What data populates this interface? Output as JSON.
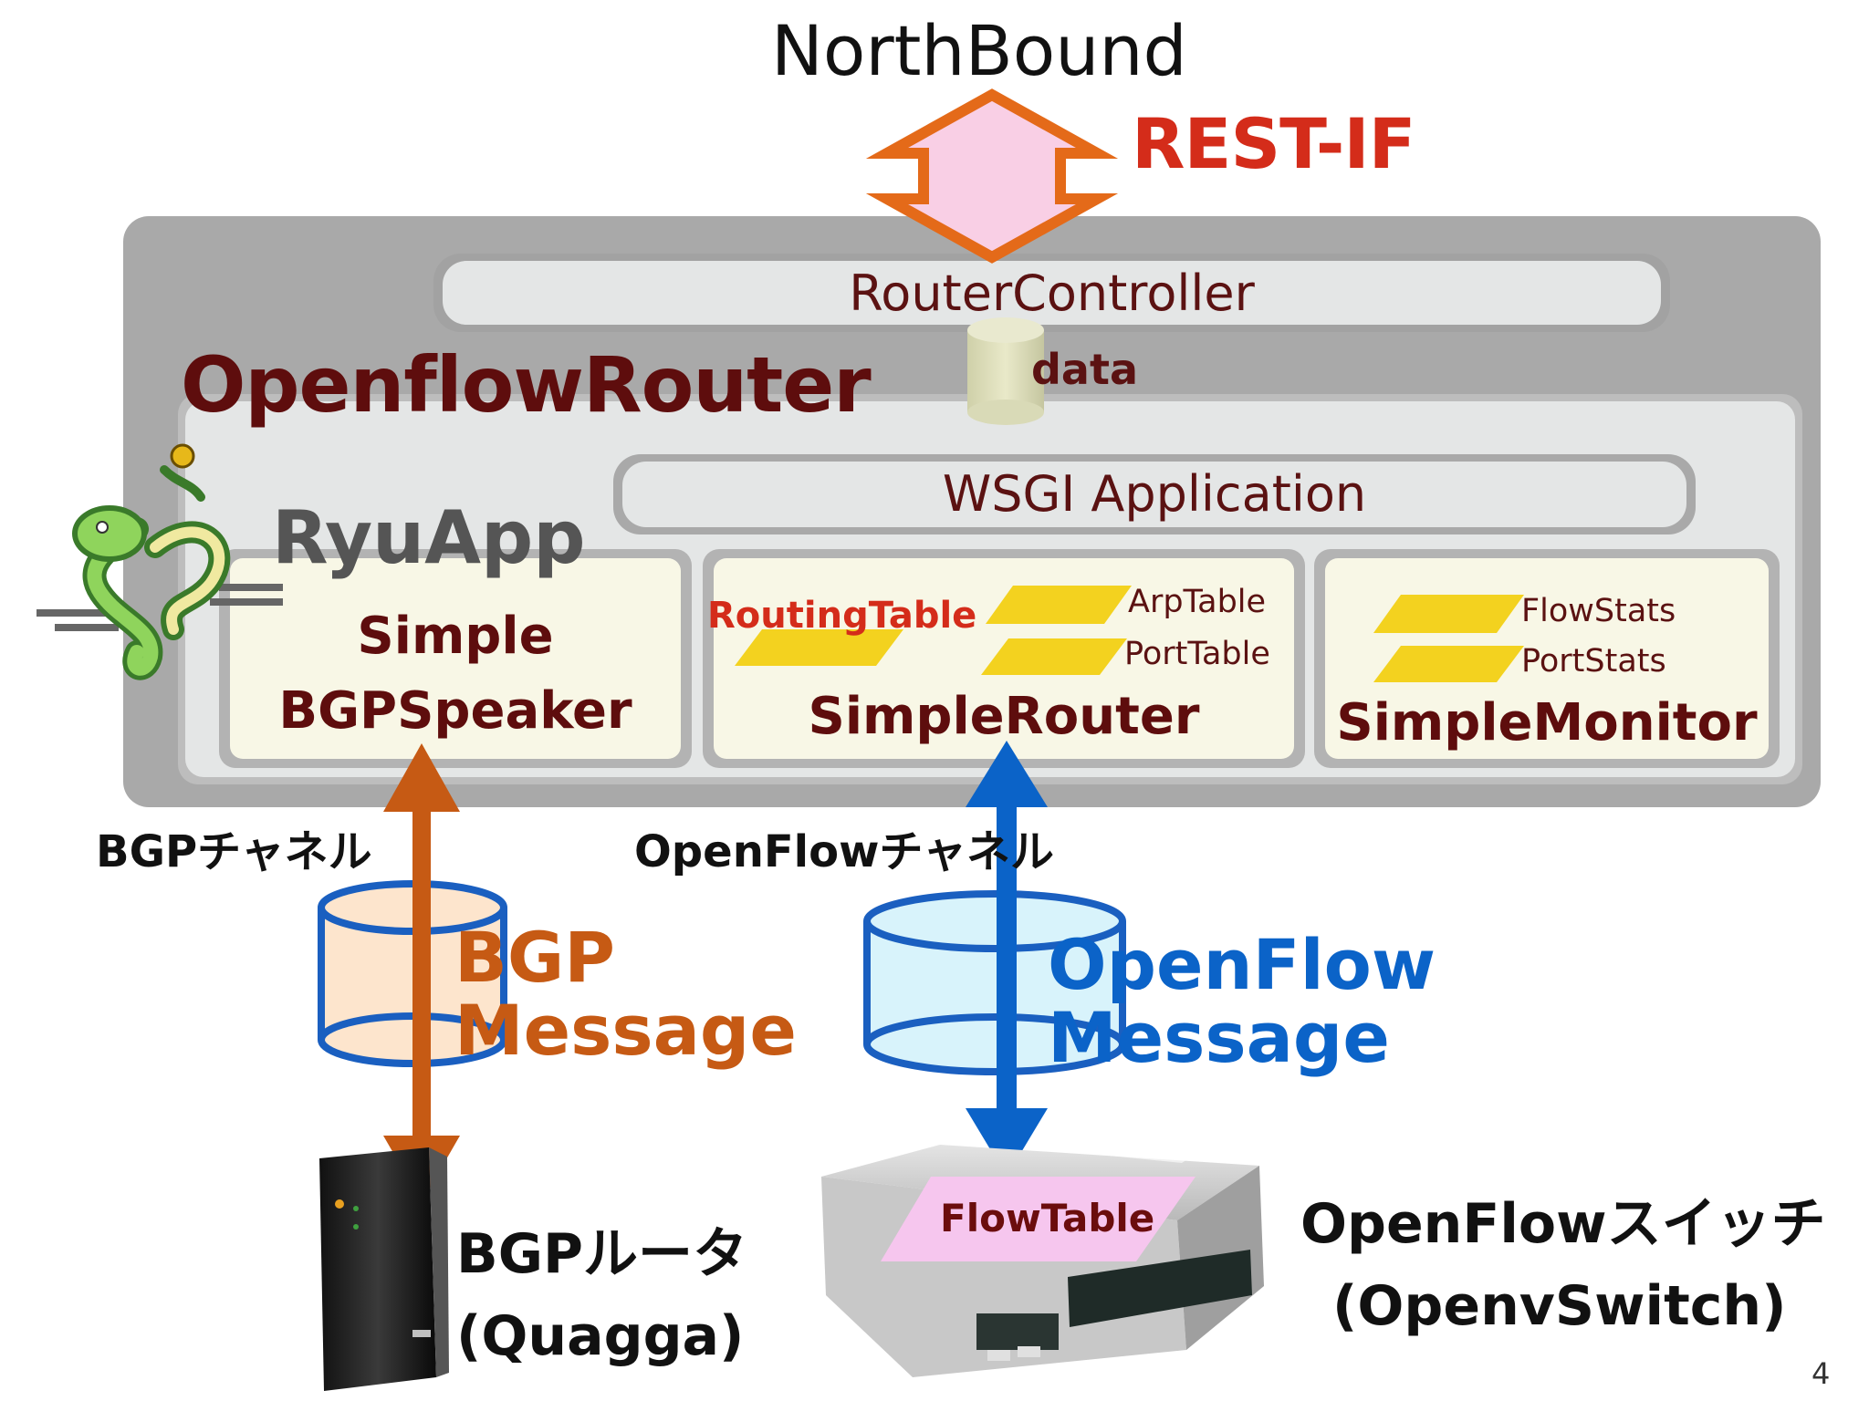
{
  "top": {
    "northbound": "NorthBound",
    "rest_if": "REST-IF"
  },
  "router": {
    "title": "OpenflowRouter",
    "router_controller": "RouterController",
    "data_label": "data",
    "wsgi": "WSGI Application",
    "ryuapp": "RyuApp",
    "speaker_line1": "Simple",
    "speaker_line2": "BGPSpeaker",
    "routing_table": "RoutingTable",
    "arp_table": "ArpTable",
    "port_table": "PortTable",
    "simple_router": "SimpleRouter",
    "flow_stats": "FlowStats",
    "port_stats": "PortStats",
    "simple_monitor": "SimpleMonitor"
  },
  "channels": {
    "bgp_channel": "BGPチャネル",
    "openflow_channel": "OpenFlowチャネル",
    "bgp_message_line1": "BGP",
    "bgp_message_line2": "Message",
    "of_message_line1": "OpenFlow",
    "of_message_line2": "Message"
  },
  "devices": {
    "bgp_router_line1": "BGPルータ",
    "bgp_router_line2": "(Quagga)",
    "flow_table": "FlowTable",
    "switch_line1": "OpenFlowスイッチ",
    "switch_line2": "(OpenvSwitch)"
  },
  "page_number": "4",
  "colors": {
    "dark_red": "#6b0d0d",
    "rest_red": "#d42c1a",
    "bgp_orange": "#c65a14",
    "openflow_blue": "#0b63c8",
    "yellow_table": "#f3d21f",
    "pink_table": "#f6c6ee",
    "outer_gray": "#a9a9a9"
  },
  "icons": [
    "ryu-dragon-icon",
    "cylinder-icon",
    "router-device-icon",
    "switch-device-icon"
  ]
}
